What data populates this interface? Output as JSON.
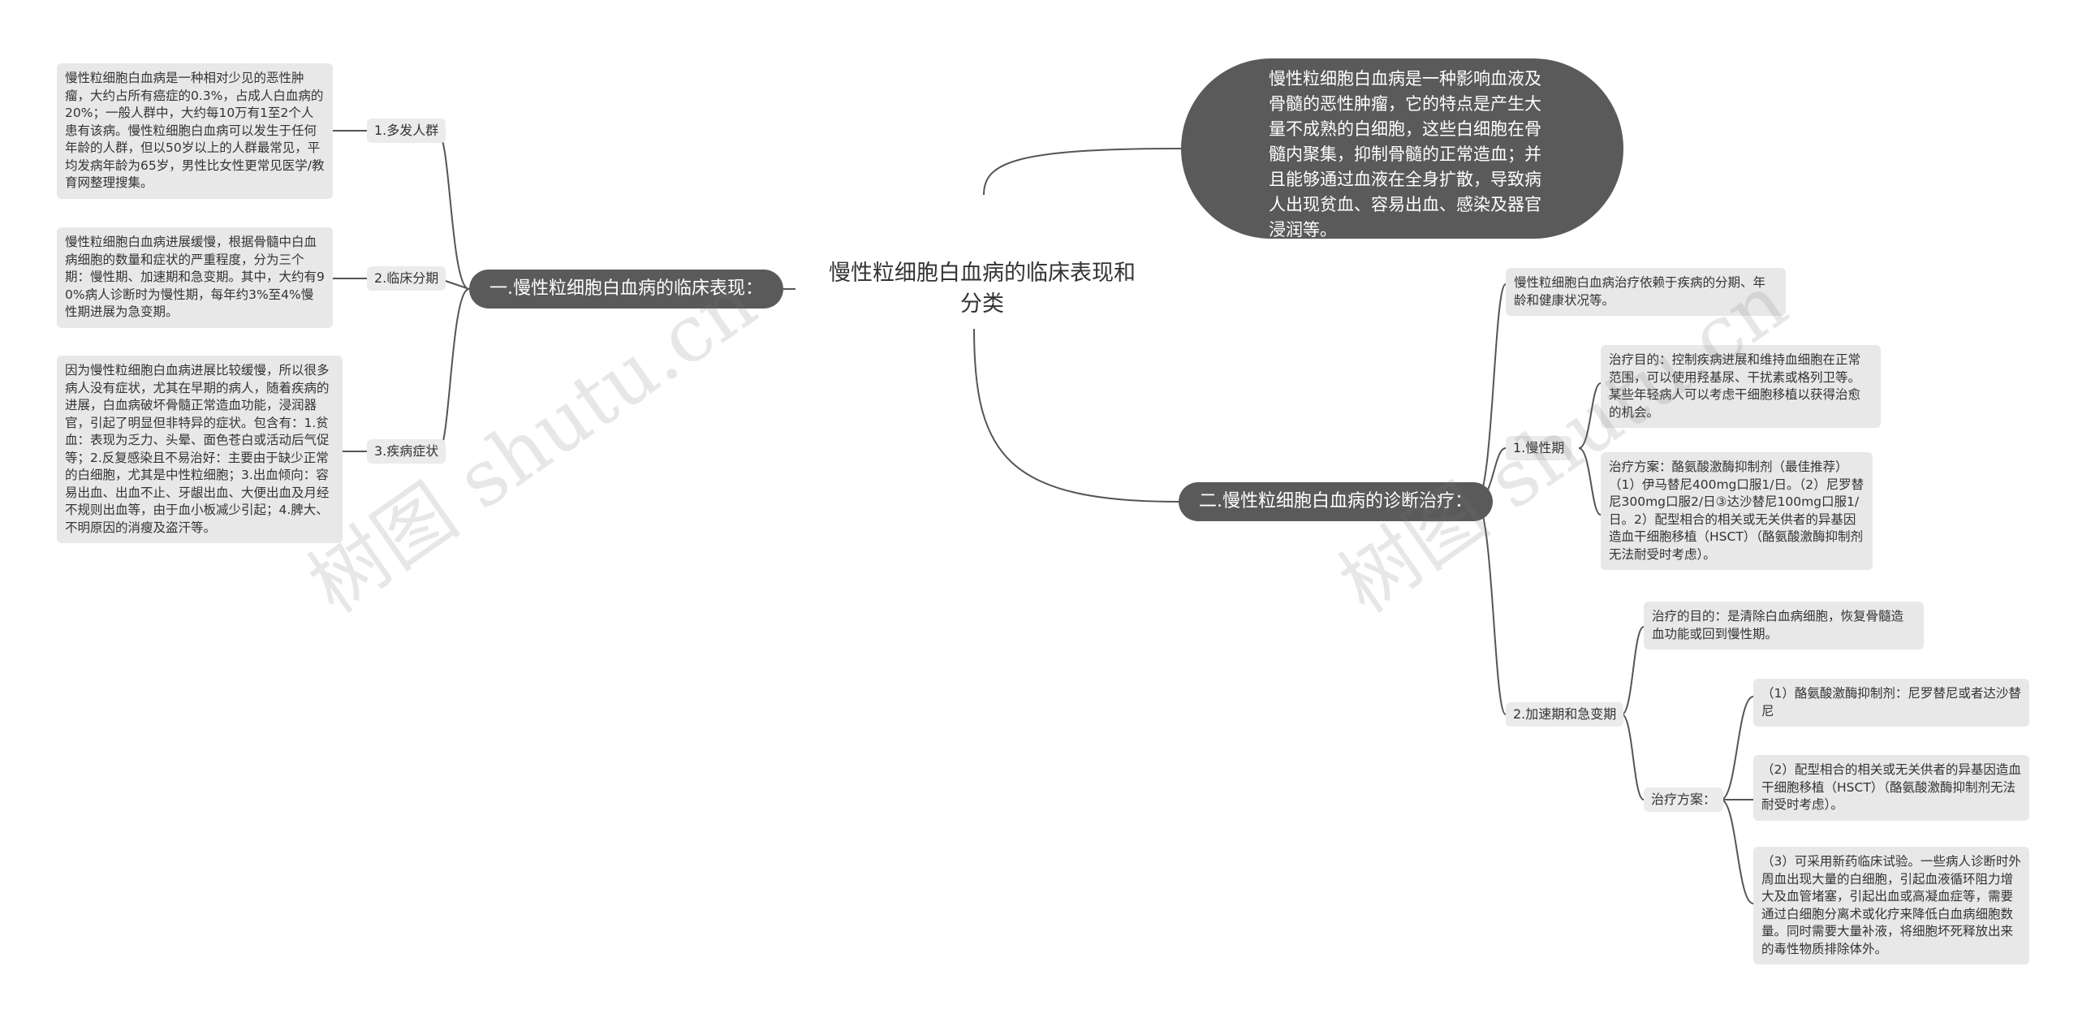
{
  "center": {
    "title": "慢性粒细胞白血病的临床表现和分类"
  },
  "intro_bubble": "慢性粒细胞白血病是一种影响血液及骨髓的恶性肿瘤，它的特点是产生大量不成熟的白细胞，这些白细胞在骨髓内聚集，抑制骨髓的正常造血；并且能够通过血液在全身扩散，导致病人出现贫血、容易出血、感染及器官浸润等。",
  "left_branch": {
    "title": "一.慢性粒细胞白血病的临床表现：",
    "items": [
      {
        "label": "1.多发人群",
        "note": "慢性粒细胞白血病是一种相对少见的恶性肿瘤，大约占所有癌症的0.3%，占成人白血病的20%；一般人群中，大约每10万有1至2个人患有该病。慢性粒细胞白血病可以发生于任何年龄的人群，但以50岁以上的人群最常见，平均发病年龄为65岁，男性比女性更常见医学/教育网整理搜集。"
      },
      {
        "label": "2.临床分期",
        "note": "慢性粒细胞白血病进展缓慢，根据骨髓中白血病细胞的数量和症状的严重程度，分为三个期：慢性期、加速期和急变期。其中，大约有90%病人诊断时为慢性期，每年约3%至4%慢性期进展为急变期。"
      },
      {
        "label": "3.疾病症状",
        "note": "因为慢性粒细胞白血病进展比较缓慢，所以很多病人没有症状，尤其在早期的病人，随着疾病的进展，白血病破坏骨髓正常造血功能，浸润器官，引起了明显但非特异的症状。包含有：1.贫血：表现为乏力、头晕、面色苍白或活动后气促等；2.反复感染且不易治好：主要由于缺少正常的白细胞，尤其是中性粒细胞；3.出血倾向：容易出血、出血不止、牙龈出血、大便出血及月经不规则出血等，由于血小板减少引起；4.脾大、不明原因的消瘦及盗汗等。"
      }
    ]
  },
  "right_branch": {
    "title": "二.慢性粒细胞白血病的诊断治疗：",
    "intro_note": "慢性粒细胞白血病治疗依赖于疾病的分期、年龄和健康状况等。",
    "chronic": {
      "label": "1.慢性期",
      "goal": "治疗目的：控制疾病进展和维持血细胞在正常范围，可以使用羟基尿、干扰素或格列卫等。某些年轻病人可以考虑干细胞移植以获得治愈的机会。",
      "plan": "治疗方案：酪氨酸激酶抑制剂（最佳推荐）（1）伊马替尼400mg口服1/日。（2）尼罗替尼300mg口服2/日③达沙替尼100mg口服1/日。2）配型相合的相关或无关供者的异基因造血干细胞移植（HSCT）（酪氨酸激酶抑制剂无法耐受时考虑）。"
    },
    "accelerated": {
      "label": "2.加速期和急变期",
      "goal": "治疗的目的：是清除白血病细胞，恢复骨髓造血功能或回到慢性期。",
      "plan_label": "治疗方案：",
      "plans": [
        "（1）酪氨酸激酶抑制剂：尼罗替尼或者达沙替尼",
        "（2）配型相合的相关或无关供者的异基因造血干细胞移植（HSCT）（酪氨酸激酶抑制剂无法耐受时考虑）。",
        "（3）可采用新药临床试验。一些病人诊断时外周血出现大量的白细胞，引起血液循环阻力增大及血管堵塞，引起出血或高凝血症等，需要通过白细胞分离术或化疗来降低白血病细胞数量。同时需要大量补液，将细胞坏死释放出来的毒性物质排除体外。"
      ]
    }
  },
  "watermarks": [
    "树图 shutu.cn",
    "树图 shutu.cn"
  ],
  "colors": {
    "dark_node": "#5a5a5a",
    "light_node": "#e8e8e8",
    "line": "#555555"
  }
}
